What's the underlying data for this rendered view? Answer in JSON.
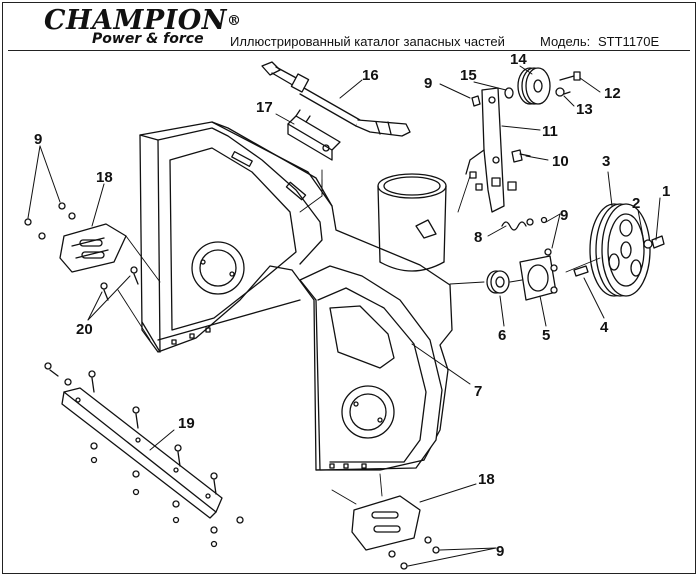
{
  "header": {
    "brand": "CHAMPION",
    "registered_mark": "®",
    "tagline": "Power & force",
    "title": "Иллюстрированный каталог запасных частей",
    "model_label": "Модель:",
    "model_value": "STT1170E"
  },
  "callouts": [
    "1",
    "2",
    "3",
    "4",
    "5",
    "6",
    "7",
    "8",
    "9",
    "10",
    "11",
    "12",
    "13",
    "14",
    "15",
    "16",
    "17",
    "18",
    "19",
    "20"
  ],
  "colors": {
    "line": "#111111",
    "background": "#ffffff"
  }
}
